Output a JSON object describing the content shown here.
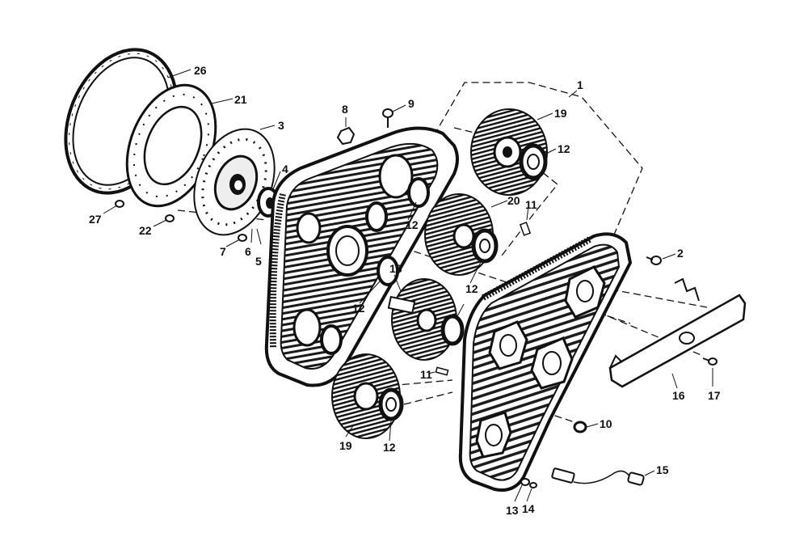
{
  "figure": {
    "callouts": {
      "c1": "1",
      "c2": "2",
      "c3": "3",
      "c4": "4",
      "c5": "5",
      "c6": "6",
      "c7": "7",
      "c8": "8",
      "c9": "9",
      "c10": "10",
      "c11a": "11",
      "c11b": "11",
      "c12a": "12",
      "c12b": "12",
      "c12c": "12",
      "c12d": "12",
      "c12e": "12",
      "c13": "13",
      "c14": "14",
      "c15": "15",
      "c16": "16",
      "c17": "17",
      "c18": "18",
      "c19a": "19",
      "c19b": "19",
      "c20": "20",
      "c21": "21",
      "c22": "22",
      "c26": "26",
      "c27": "27"
    }
  }
}
